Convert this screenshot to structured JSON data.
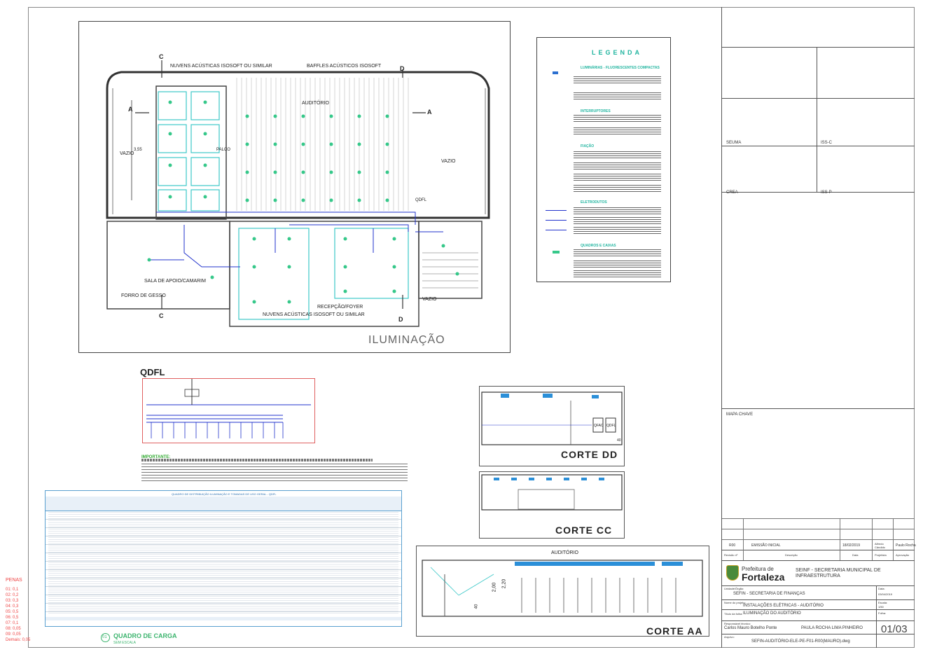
{
  "plan": {
    "title": "ILUMINAÇÃO",
    "labels": {
      "acoustic_clouds_top": "NUVENS ACÚSTICAS ISOSOFT OU SIMILAR",
      "baffles": "BAFFLES ACÚSTICOS ISOSOFT",
      "auditorio": "AUDITÓRIO",
      "vazio_left": "VAZIO",
      "vazio_right": "VAZIO",
      "vazio_bottom": "VAZIO",
      "palco": "PALCO",
      "sala_apoio": "SALA DE APOIO/CAMARIM",
      "forro": "FORRO DE GESSO",
      "recepcao": "RECEPÇÃO/FOYER",
      "acoustic_clouds_bottom": "NUVENS ACÚSTICAS ISOSOFT OU SIMILAR",
      "qdfl_tag": "QDFL",
      "dim_355": "3,55",
      "section_marks": [
        "C",
        "D",
        "A",
        "A",
        "C",
        "D"
      ]
    }
  },
  "legend": {
    "title": "LEGENDA",
    "sections": [
      "LUMINÁRIAS - FLUORESCENTES COMPACTAS",
      "INTERRUPTORES",
      "FIAÇÃO",
      "ELETRODUTOS",
      "QUADROS E CAIXAS"
    ]
  },
  "qdfl": {
    "title": "QDFL",
    "important_label": "IMPORTANTE:"
  },
  "table": {
    "title": "QUADRO DE DISTRIBUIÇÃO ILUMINAÇÃO E TOMADAS DE USO GERAL - QDFL",
    "footer_caption": "QUADRO DE CARGA",
    "footer_sub": "SEM ESCALA",
    "footer_number": "01"
  },
  "sections": {
    "dd": "CORTE DD",
    "cc": "CORTE CC",
    "aa": "CORTE AA",
    "aa_heading": "AUDITÓRIO",
    "dim_200": "2,00",
    "dim_220": "2,20",
    "dim_40": "40",
    "qfac": "QFAC",
    "qdfl": "QDFL"
  },
  "pens": {
    "title": "PENAS",
    "items": [
      "01: 0,1",
      "02: 0,2",
      "03: 0,3",
      "04: 0,3",
      "05: 0,5",
      "06: 0,5",
      "07: 0,1",
      "08: 0,05",
      "09: 0,05",
      "Demais: 0,05"
    ]
  },
  "title_block": {
    "seuma": "SEUMA",
    "seuma_value": "ISS-C",
    "crea": "CREA",
    "crea_value": "ISS-P",
    "mapa_chave": "MAPA CHAVE",
    "rev_number": "R00",
    "rev_desc": "EMISSÃO INICIAL",
    "rev_date": "18/02/2019",
    "rev_designer": "Alfredo Cândido",
    "rev_approver": "Paulo Rocha",
    "rev_header": [
      "Revisão nº",
      "Descrição",
      "Data",
      "Projetista",
      "Aprovação"
    ],
    "logo_line1": "Prefeitura de",
    "logo_line2": "Fortaleza",
    "agency": "SEINF - SECRETARIA MUNICIPAL DE INFRAESTRUTURA",
    "unit_label": "Unidade/Órgão:",
    "unit": "SEFIN - SECRETARIA DE FINANÇAS",
    "date_label": "Data:",
    "date": "03/04/2019",
    "project_label": "Nome do projeto:",
    "project": "INSTALAÇÕES ELÉTRICAS - AUDITÓRIO",
    "scale_label": "Escala:",
    "scale": "1/50",
    "sheet_title_label": "Título da folha:",
    "sheet_title": "ILUMINAÇÃO DO AUDITÓRIO",
    "sheet_label": "Folha:",
    "sheet": "01/03",
    "responsible_label": "Responsável técnico:",
    "responsible": "Carlos Mauro Botelho Ponte",
    "designer": "PAULA ROCHA LIMA PINHEIRO",
    "file_label": "Arquivo:",
    "file": "SEFIN-AUDITÓRIO-ELE-PE-F01-R00(MAURO).dwg"
  }
}
